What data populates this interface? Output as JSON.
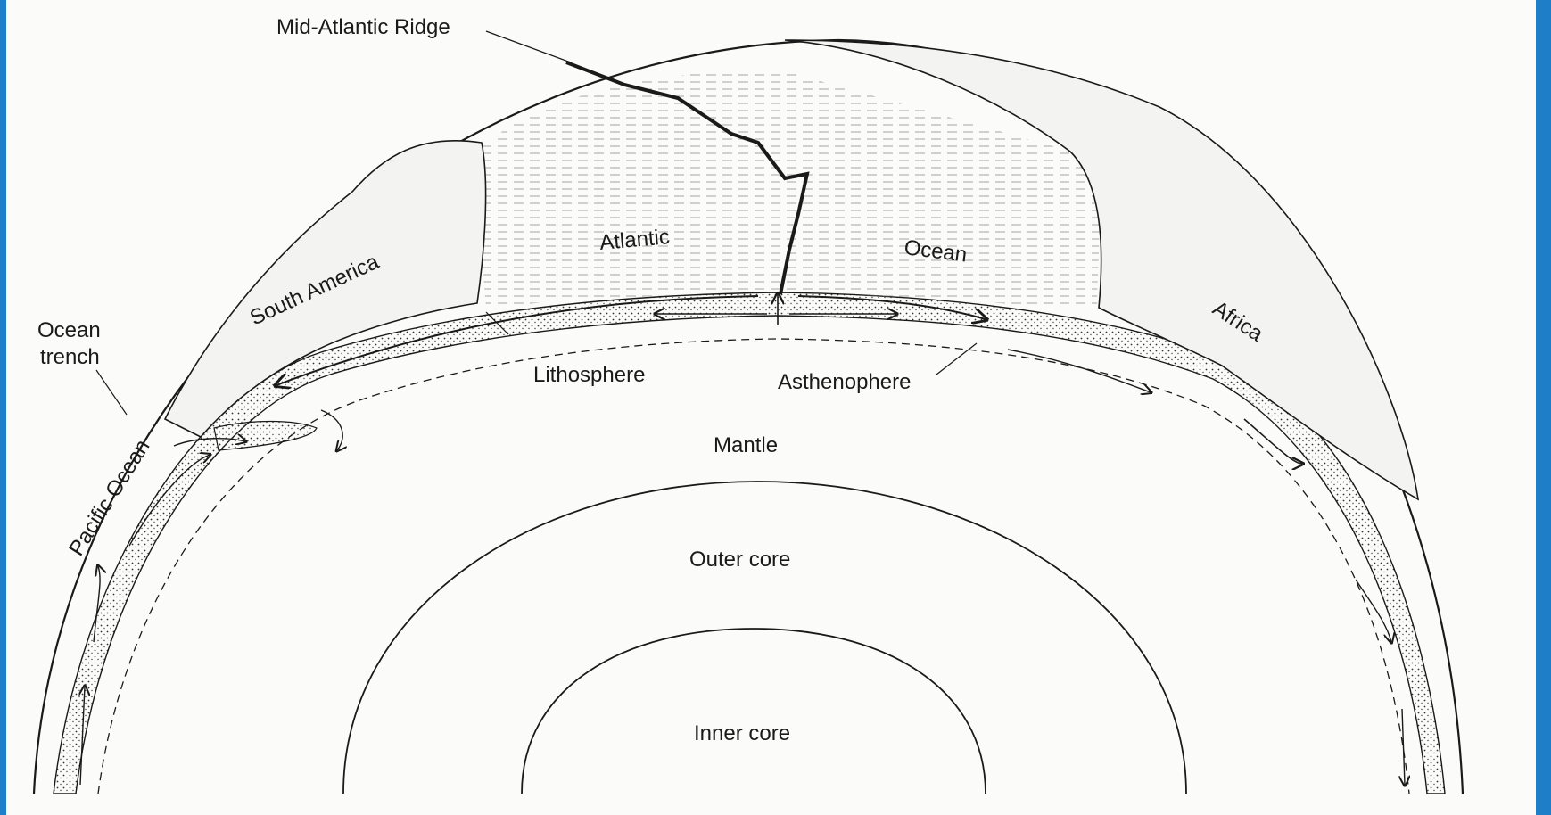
{
  "diagram": {
    "labels": {
      "mid_atlantic_ridge": "Mid-Atlantic Ridge",
      "south_america": "South America",
      "atlantic": "Atlantic",
      "ocean": "Ocean",
      "africa": "Africa",
      "ocean_trench_line1": "Ocean",
      "ocean_trench_line2": "trench",
      "pacific_ocean": "Pacific Ocean",
      "lithosphere": "Lithosphere",
      "asthenophere": "Asthenophere",
      "mantle": "Mantle",
      "outer_core": "Outer core",
      "inner_core": "Inner core"
    }
  },
  "colors": {
    "frame_accent": "#1e7fc8",
    "ink": "#1a1a1a",
    "paper": "#fbfbfa"
  }
}
